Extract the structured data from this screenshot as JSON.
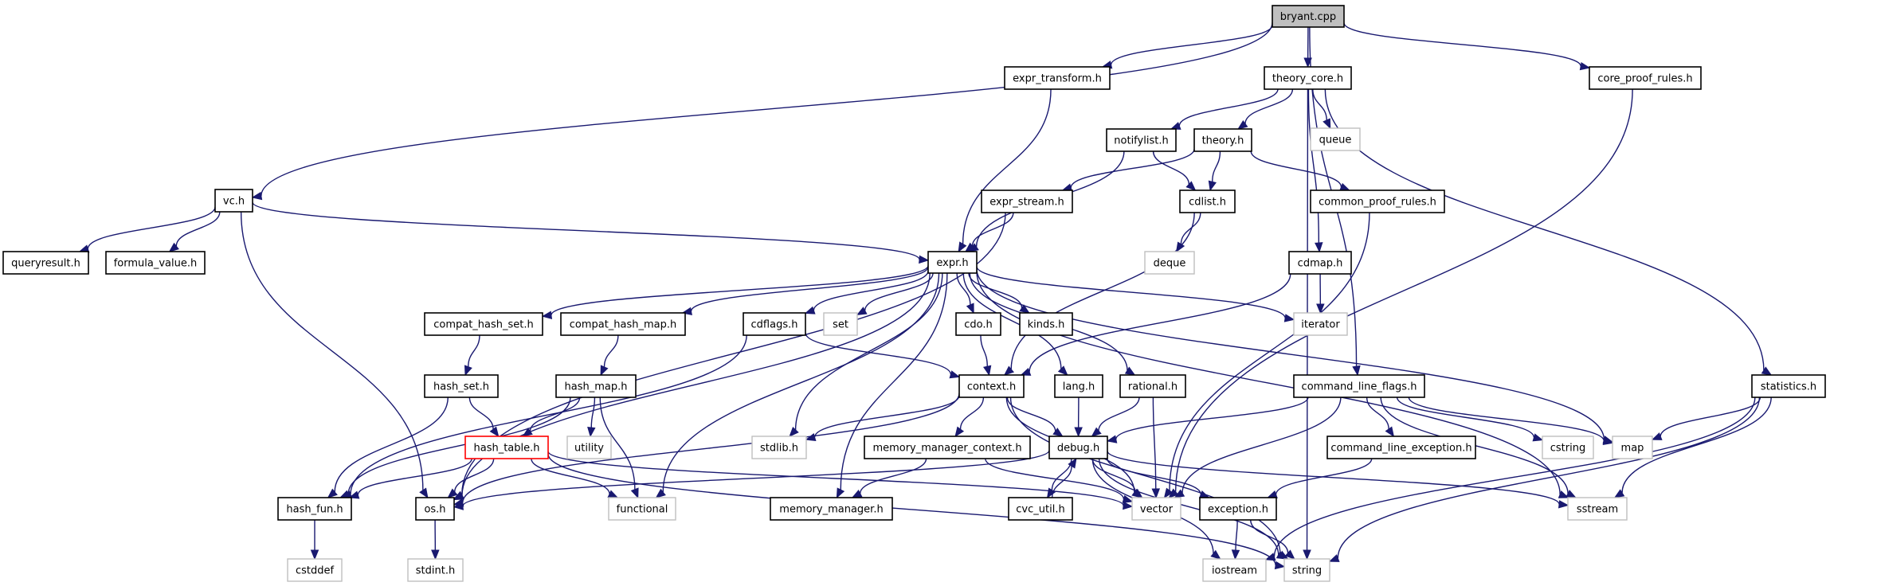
{
  "diagram": {
    "type": "include-dependency-graph",
    "root": "bryant.cpp",
    "colors": {
      "edge": "#191970",
      "node_border": "#000000",
      "external_border": "#bfbfbf",
      "root_fill": "#bfbfbf",
      "highlight_border": "#ff0000"
    },
    "nodes": [
      {
        "id": "bryant_cpp",
        "label": "bryant.cpp",
        "kind": "root"
      },
      {
        "id": "expr_transform_h",
        "label": "expr_transform.h",
        "kind": "file"
      },
      {
        "id": "theory_core_h",
        "label": "theory_core.h",
        "kind": "file"
      },
      {
        "id": "core_proof_rules_h",
        "label": "core_proof_rules.h",
        "kind": "file"
      },
      {
        "id": "notifylist_h",
        "label": "notifylist.h",
        "kind": "file"
      },
      {
        "id": "theory_h",
        "label": "theory.h",
        "kind": "file"
      },
      {
        "id": "queue",
        "label": "queue",
        "kind": "external"
      },
      {
        "id": "vc_h",
        "label": "vc.h",
        "kind": "file"
      },
      {
        "id": "expr_stream_h",
        "label": "expr_stream.h",
        "kind": "file"
      },
      {
        "id": "cdlist_h",
        "label": "cdlist.h",
        "kind": "file"
      },
      {
        "id": "common_proof_rules_h",
        "label": "common_proof_rules.h",
        "kind": "file"
      },
      {
        "id": "queryresult_h",
        "label": "queryresult.h",
        "kind": "file"
      },
      {
        "id": "formula_value_h",
        "label": "formula_value.h",
        "kind": "file"
      },
      {
        "id": "expr_h",
        "label": "expr.h",
        "kind": "file"
      },
      {
        "id": "deque",
        "label": "deque",
        "kind": "external"
      },
      {
        "id": "cdmap_h",
        "label": "cdmap.h",
        "kind": "file"
      },
      {
        "id": "compat_hash_set_h",
        "label": "compat_hash_set.h",
        "kind": "file"
      },
      {
        "id": "compat_hash_map_h",
        "label": "compat_hash_map.h",
        "kind": "file"
      },
      {
        "id": "cdflags_h",
        "label": "cdflags.h",
        "kind": "file"
      },
      {
        "id": "set",
        "label": "set",
        "kind": "external"
      },
      {
        "id": "cdo_h",
        "label": "cdo.h",
        "kind": "file"
      },
      {
        "id": "kinds_h",
        "label": "kinds.h",
        "kind": "file"
      },
      {
        "id": "iterator",
        "label": "iterator",
        "kind": "external"
      },
      {
        "id": "hash_set_h",
        "label": "hash_set.h",
        "kind": "file"
      },
      {
        "id": "hash_map_h",
        "label": "hash_map.h",
        "kind": "file"
      },
      {
        "id": "context_h",
        "label": "context.h",
        "kind": "file"
      },
      {
        "id": "lang_h",
        "label": "lang.h",
        "kind": "file"
      },
      {
        "id": "rational_h",
        "label": "rational.h",
        "kind": "file"
      },
      {
        "id": "command_line_flags_h",
        "label": "command_line_flags.h",
        "kind": "file"
      },
      {
        "id": "statistics_h",
        "label": "statistics.h",
        "kind": "file"
      },
      {
        "id": "hash_table_h",
        "label": "hash_table.h",
        "kind": "highlight"
      },
      {
        "id": "utility",
        "label": "utility",
        "kind": "external"
      },
      {
        "id": "stdlib_h",
        "label": "stdlib.h",
        "kind": "external"
      },
      {
        "id": "memory_manager_context_h",
        "label": "memory_manager_context.h",
        "kind": "file"
      },
      {
        "id": "debug_h",
        "label": "debug.h",
        "kind": "file"
      },
      {
        "id": "command_line_exception_h",
        "label": "command_line_exception.h",
        "kind": "file"
      },
      {
        "id": "cstring",
        "label": "cstring",
        "kind": "external"
      },
      {
        "id": "map",
        "label": "map",
        "kind": "external"
      },
      {
        "id": "hash_fun_h",
        "label": "hash_fun.h",
        "kind": "file"
      },
      {
        "id": "os_h",
        "label": "os.h",
        "kind": "file"
      },
      {
        "id": "functional",
        "label": "functional",
        "kind": "external"
      },
      {
        "id": "memory_manager_h",
        "label": "memory_manager.h",
        "kind": "file"
      },
      {
        "id": "cvc_util_h",
        "label": "cvc_util.h",
        "kind": "file"
      },
      {
        "id": "vector",
        "label": "vector",
        "kind": "external"
      },
      {
        "id": "exception_h",
        "label": "exception.h",
        "kind": "file"
      },
      {
        "id": "sstream",
        "label": "sstream",
        "kind": "external"
      },
      {
        "id": "cstddef",
        "label": "cstddef",
        "kind": "external"
      },
      {
        "id": "stdint_h",
        "label": "stdint.h",
        "kind": "external"
      },
      {
        "id": "iostream",
        "label": "iostream",
        "kind": "external"
      },
      {
        "id": "string",
        "label": "string",
        "kind": "external"
      }
    ],
    "edges": [
      [
        "bryant_cpp",
        "expr_transform_h"
      ],
      [
        "bryant_cpp",
        "theory_core_h"
      ],
      [
        "bryant_cpp",
        "core_proof_rules_h"
      ],
      [
        "bryant_cpp",
        "vc_h"
      ],
      [
        "bryant_cpp",
        "command_line_flags_h"
      ],
      [
        "expr_transform_h",
        "expr_h"
      ],
      [
        "theory_core_h",
        "notifylist_h"
      ],
      [
        "theory_core_h",
        "theory_h"
      ],
      [
        "theory_core_h",
        "queue"
      ],
      [
        "theory_core_h",
        "cdmap_h"
      ],
      [
        "theory_core_h",
        "statistics_h"
      ],
      [
        "theory_core_h",
        "string"
      ],
      [
        "core_proof_rules_h",
        "vector"
      ],
      [
        "notifylist_h",
        "cdlist_h"
      ],
      [
        "notifylist_h",
        "expr_h"
      ],
      [
        "theory_h",
        "expr_stream_h"
      ],
      [
        "theory_h",
        "cdlist_h"
      ],
      [
        "theory_h",
        "common_proof_rules_h"
      ],
      [
        "vc_h",
        "queryresult_h"
      ],
      [
        "vc_h",
        "formula_value_h"
      ],
      [
        "vc_h",
        "expr_h"
      ],
      [
        "vc_h",
        "os_h"
      ],
      [
        "expr_stream_h",
        "expr_h"
      ],
      [
        "expr_stream_h",
        "os_h"
      ],
      [
        "cdlist_h",
        "deque"
      ],
      [
        "cdlist_h",
        "context_h"
      ],
      [
        "common_proof_rules_h",
        "vector"
      ],
      [
        "cdmap_h",
        "iterator"
      ],
      [
        "cdmap_h",
        "context_h"
      ],
      [
        "expr_h",
        "compat_hash_set_h"
      ],
      [
        "expr_h",
        "compat_hash_map_h"
      ],
      [
        "expr_h",
        "cdflags_h"
      ],
      [
        "expr_h",
        "set"
      ],
      [
        "expr_h",
        "cdo_h"
      ],
      [
        "expr_h",
        "kinds_h"
      ],
      [
        "expr_h",
        "iterator"
      ],
      [
        "expr_h",
        "lang_h"
      ],
      [
        "expr_h",
        "rational_h"
      ],
      [
        "expr_h",
        "map"
      ],
      [
        "expr_h",
        "sstream"
      ],
      [
        "expr_h",
        "stdlib_h"
      ],
      [
        "expr_h",
        "memory_manager_h"
      ],
      [
        "expr_h",
        "functional"
      ],
      [
        "expr_h",
        "os_h"
      ],
      [
        "compat_hash_set_h",
        "hash_set_h"
      ],
      [
        "compat_hash_map_h",
        "hash_map_h"
      ],
      [
        "cdflags_h",
        "context_h"
      ],
      [
        "cdflags_h",
        "hash_fun_h"
      ],
      [
        "cdo_h",
        "context_h"
      ],
      [
        "hash_set_h",
        "hash_table_h"
      ],
      [
        "hash_set_h",
        "hash_fun_h"
      ],
      [
        "hash_map_h",
        "hash_table_h"
      ],
      [
        "hash_map_h",
        "utility"
      ],
      [
        "hash_map_h",
        "functional"
      ],
      [
        "hash_map_h",
        "hash_fun_h"
      ],
      [
        "context_h",
        "stdlib_h"
      ],
      [
        "context_h",
        "memory_manager_context_h"
      ],
      [
        "context_h",
        "debug_h"
      ],
      [
        "context_h",
        "vector"
      ],
      [
        "context_h",
        "os_h"
      ],
      [
        "context_h",
        "string"
      ],
      [
        "lang_h",
        "debug_h"
      ],
      [
        "rational_h",
        "debug_h"
      ],
      [
        "rational_h",
        "vector"
      ],
      [
        "command_line_flags_h",
        "debug_h"
      ],
      [
        "command_line_flags_h",
        "command_line_exception_h"
      ],
      [
        "command_line_flags_h",
        "cstring"
      ],
      [
        "command_line_flags_h",
        "map"
      ],
      [
        "command_line_flags_h",
        "sstream"
      ],
      [
        "command_line_flags_h",
        "vector"
      ],
      [
        "statistics_h",
        "map"
      ],
      [
        "statistics_h",
        "sstream"
      ],
      [
        "statistics_h",
        "string"
      ],
      [
        "statistics_h",
        "iostream"
      ],
      [
        "hash_table_h",
        "hash_fun_h"
      ],
      [
        "hash_table_h",
        "os_h"
      ],
      [
        "hash_table_h",
        "functional"
      ],
      [
        "hash_table_h",
        "vector"
      ],
      [
        "hash_table_h",
        "string"
      ],
      [
        "memory_manager_context_h",
        "memory_manager_h"
      ],
      [
        "memory_manager_context_h",
        "vector"
      ],
      [
        "debug_h",
        "cvc_util_h"
      ],
      [
        "debug_h",
        "vector"
      ],
      [
        "debug_h",
        "exception_h"
      ],
      [
        "debug_h",
        "os_h"
      ],
      [
        "debug_h",
        "iostream"
      ],
      [
        "debug_h",
        "string"
      ],
      [
        "debug_h",
        "sstream"
      ],
      [
        "command_line_exception_h",
        "exception_h"
      ],
      [
        "cvc_util_h",
        "debug_h"
      ],
      [
        "exception_h",
        "iostream"
      ],
      [
        "exception_h",
        "string"
      ],
      [
        "hash_fun_h",
        "cstddef"
      ],
      [
        "os_h",
        "stdint_h"
      ]
    ]
  }
}
